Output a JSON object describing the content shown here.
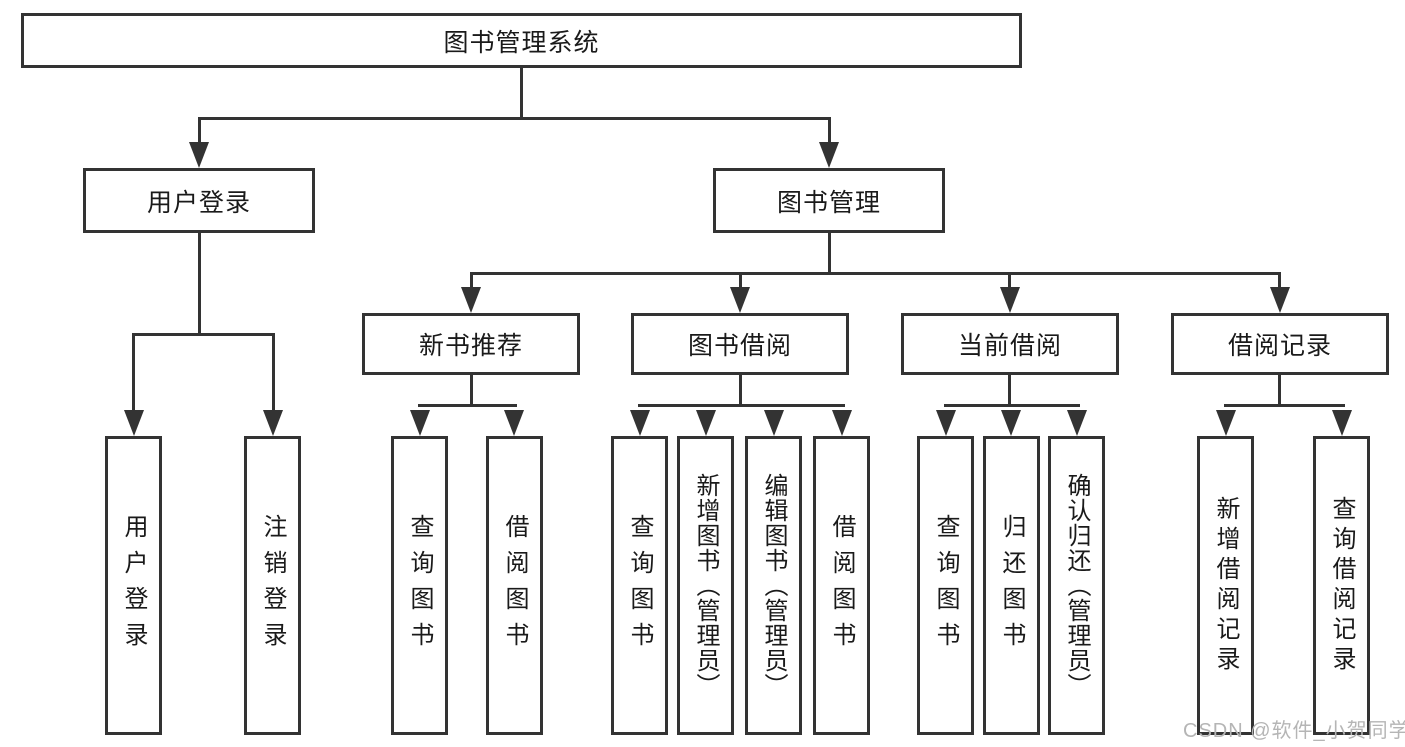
{
  "tree": {
    "root": "图书管理系统",
    "children": [
      {
        "label": "用户登录",
        "children": [
          {
            "label": "用户登录"
          },
          {
            "label": "注销登录"
          }
        ]
      },
      {
        "label": "图书管理",
        "children": [
          {
            "label": "新书推荐",
            "children": [
              {
                "label": "查询图书"
              },
              {
                "label": "借阅图书"
              }
            ]
          },
          {
            "label": "图书借阅",
            "children": [
              {
                "label": "查询图书"
              },
              {
                "label": "新增图书（管理员）"
              },
              {
                "label": "编辑图书（管理员）"
              },
              {
                "label": "借阅图书"
              }
            ]
          },
          {
            "label": "当前借阅",
            "children": [
              {
                "label": "查询图书"
              },
              {
                "label": "归还图书"
              },
              {
                "label": "确认归还（管理员）"
              }
            ]
          },
          {
            "label": "借阅记录",
            "children": [
              {
                "label": "新增借阅记录"
              },
              {
                "label": "查询借阅记录"
              }
            ]
          }
        ]
      }
    ]
  },
  "watermark": "CSDN @软件_小贺同学",
  "colors": {
    "line": "#333333",
    "text": "#1a1a1a",
    "watermark": "#b5b5b5",
    "background": "#ffffff"
  }
}
